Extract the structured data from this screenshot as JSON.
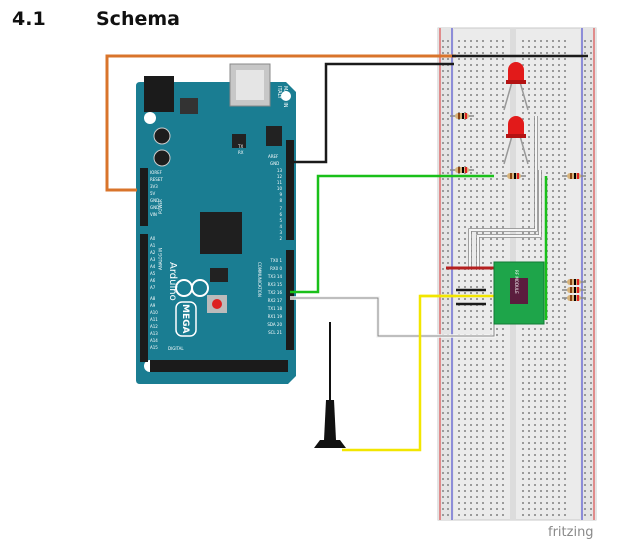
{
  "section": {
    "number": "4.1",
    "title": "Schema"
  },
  "board": {
    "brand": "Arduino",
    "model": "MEGA",
    "made_in": "MADE IN",
    "country": "ITALY",
    "comm_label": "COMMUNICATION",
    "power_label": "POWER",
    "analog_label": "ANALOG IN",
    "digital_label": "DIGITAL",
    "aref": "AREF",
    "gnd": "GND",
    "tx_label": "TX",
    "rx_label": "RX",
    "pins_top": [
      "13",
      "12",
      "11",
      "10",
      "9",
      "8"
    ],
    "pins_mid": [
      "7",
      "6",
      "5",
      "4",
      "3",
      "2"
    ],
    "pins_comm": [
      "TX0 1",
      "RX0 0",
      "TX3 14",
      "RX3 15",
      "TX2 16",
      "RX2 17",
      "TX1 18",
      "RX1 19",
      "SDA 20",
      "SCL 21"
    ],
    "pins_power": [
      "IOREF",
      "RESET",
      "3V3",
      "5V",
      "GND",
      "GND",
      "VIN"
    ],
    "pins_analog": [
      "A0",
      "A1",
      "A2",
      "A3",
      "A4",
      "A5",
      "A6",
      "A7"
    ],
    "pins_analog2": [
      "A8",
      "A9",
      "A10",
      "A11",
      "A12",
      "A13",
      "A14",
      "A15"
    ]
  },
  "module": {
    "label": "RF MODULE"
  },
  "watermark": "fritzing",
  "colors": {
    "board": "#1a7d92",
    "breadboard": "#ebebeb",
    "wire_orange": "#d9742b",
    "wire_black": "#1a1a1a",
    "wire_green": "#19c019",
    "wire_yellow": "#f2e600",
    "wire_white": "#f4f4f4",
    "led_red": "#e21a1a",
    "module_green": "#1ea54a"
  }
}
